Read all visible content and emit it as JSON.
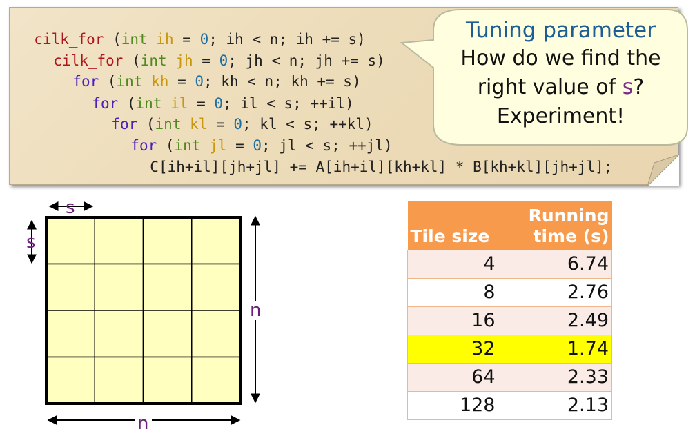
{
  "code": {
    "lines": [
      {
        "tokens": [
          "cilk_for",
          " (",
          "int",
          " ",
          "ih",
          " = ",
          "0",
          "; ih < n; ih += s)"
        ]
      },
      {
        "tokens": [
          "cilk_for",
          " (",
          "int",
          " ",
          "jh",
          " = ",
          "0",
          "; jh < n; jh += s)"
        ]
      },
      {
        "tokens": [
          "for",
          " (",
          "int",
          " ",
          "kh",
          " = ",
          "0",
          "; kh < n; kh += s)"
        ]
      },
      {
        "tokens": [
          "for",
          " (",
          "int",
          " ",
          "il",
          " = ",
          "0",
          "; il < s; ++il)"
        ]
      },
      {
        "tokens": [
          "for",
          " (",
          "int",
          " ",
          "kl",
          " = ",
          "0",
          "; kl < s; ++kl)"
        ]
      },
      {
        "tokens": [
          "for",
          " (",
          "int",
          " ",
          "jl",
          " = ",
          "0",
          "; jl < s; ++jl)"
        ]
      },
      {
        "tokens": [
          "C[ih+il][jh+jl] += A[ih+il][kh+kl] * B[kh+kl][jh+jl];"
        ]
      }
    ]
  },
  "callout": {
    "title": "Tuning parameter",
    "line1": "How do we find the",
    "line2_pre": "right value of ",
    "line2_var": "s",
    "line2_post": "?",
    "line3": "Experiment!"
  },
  "diagram": {
    "top_label": "s",
    "left_label": "s",
    "right_label": "n",
    "bottom_label": "n",
    "grid_rows": 4,
    "grid_cols": 4
  },
  "table": {
    "header_col1": "Tile size",
    "header_col2_line1": "Running",
    "header_col2_line2": "time (s)",
    "rows": [
      {
        "tile": "4",
        "time": "6.74"
      },
      {
        "tile": "8",
        "time": "2.76"
      },
      {
        "tile": "16",
        "time": "2.49"
      },
      {
        "tile": "32",
        "time": "1.74"
      },
      {
        "tile": "64",
        "time": "2.33"
      },
      {
        "tile": "128",
        "time": "2.13"
      }
    ]
  },
  "colors": {
    "highlight": "#ffff00",
    "header_bg": "#f79a4b",
    "grid_fill": "#ffffc0",
    "callout_fill": "#ffffe0"
  }
}
